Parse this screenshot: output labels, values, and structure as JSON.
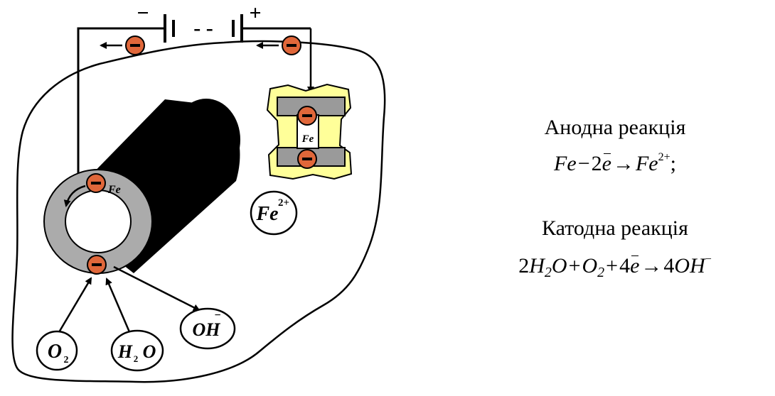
{
  "battery": {
    "minus_sign": "−",
    "plus_sign": "+",
    "gap_dashes": "- -"
  },
  "electron_symbol": "−",
  "labels": {
    "fe_anode": "Fe",
    "fe_cathode": "Fe",
    "fe_ion": "Fe",
    "fe_ion_charge": "2+",
    "o2": "O",
    "o2_sub": "2",
    "h2o_h": "H",
    "h2o_sub": "2",
    "h2o_o": "O",
    "oh": "OH",
    "oh_charge": "−"
  },
  "anode_reaction": {
    "title": "Анодна реакція",
    "reactant": "Fe",
    "minus": "−",
    "coef": "2",
    "electron": "e",
    "arrow": "→",
    "product": "Fe",
    "product_charge": "2+",
    "end": ";"
  },
  "cathode_reaction": {
    "title": "Катодна реакція",
    "coef_water": "2",
    "h": "H",
    "h_sub": "2",
    "o_water": "O",
    "plus1": "+",
    "o2": "O",
    "o2_sub": "2",
    "plus2": "+",
    "coef_e": "4",
    "electron": "e",
    "arrow": "→",
    "coef_oh": "4",
    "oh": "OH",
    "oh_charge": "−"
  },
  "colors": {
    "electron_fill": "#e0673a",
    "rust_ring": "#ababab",
    "pipe_body": "#000000",
    "anode_halo": "#ffff99",
    "anode_metal": "#9a9a9a"
  }
}
